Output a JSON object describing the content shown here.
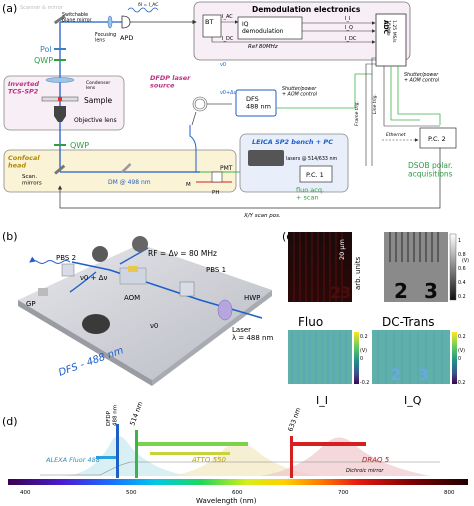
{
  "panel_a": {
    "label": "(a)",
    "blurred_top_label": "Scanner & mirror",
    "signal_eq": "δI = I_AC",
    "switchable_mirror": "Switchable\nplane mirror",
    "focusing_lens": "Focusing\nlens",
    "apd": "APD",
    "demod_title": "Demodulation electronics",
    "bt": "BT",
    "iq_demod": "IQ\ndemodulation",
    "ref_80": "Ref 80MHz",
    "i_ac": "I_AC",
    "i_dc": "I_DC",
    "i_dc_out": "I_DC",
    "i_q_out": "I_Q",
    "i_i_out": "I_I",
    "adc": "ADC",
    "adc_spec": "1.25 MS/s\n16 bits",
    "pol": "Pol",
    "qwp_top": "QWP",
    "condenser": "Condenser\nlens",
    "inverted_label": "Inverted\nTCS-SP2",
    "sample": "Sample",
    "objective": "Objective lens",
    "qwp_bottom": "QWP",
    "confocal_head": "Confocal\nhead",
    "scan_mirrors": "Scan.\nmirrors",
    "dm": "DM @ 498 nm",
    "dfdp_source": "DFDP laser\nsource",
    "nu0": "ν0",
    "nu0_dnu": "ν0+Δν",
    "dfs_box": "DFS\n488 nm",
    "shutter_top": "Shutter/power\n+ AOM control",
    "shutter_right": "Shutter/power\n+ AOM control",
    "leica_bench": "LEICA SP2 bench + PC",
    "lasers": "lasers @ 514/633 nm",
    "pmt": "PMT",
    "m": "M",
    "ph": "PH",
    "pc1": "P.C. 1",
    "pc2": "P.C. 2",
    "fluo_acq": "fluo acq.\n+ scan",
    "frame_trig": "Frame trig.",
    "line_trig": "Line trig.",
    "ethernet": "Ethernet",
    "dsob": "DSOB polar.\nacquisitions",
    "xy_scan": "X/Y scan pos."
  },
  "panel_b": {
    "label": "(b)",
    "pbs2": "PBS 2",
    "pbs1": "PBS 1",
    "rf": "RF = Δν = 80 MHz",
    "aom": "AOM",
    "gp": "GP",
    "hwp": "HWP",
    "laser": "Laser\nλ = 488 nm",
    "nu0_dnu": "ν0 + Δν",
    "nu0": "ν0",
    "dfs": "DFS - 488 nm"
  },
  "panel_c": {
    "label": "(c)",
    "scale_bar": "20 µm",
    "arb_units": "arb. units",
    "top_cbar_ticks": [
      "1",
      "0.8",
      "0.6",
      "0.4",
      "0.2"
    ],
    "top_cbar_unit": "(V)",
    "fluo": "Fluo",
    "dc_trans": "DC-Trans",
    "bottom_cbar_ticks": [
      "0.2",
      "(V)",
      "0",
      "-0.2"
    ],
    "i_i": "I_I",
    "i_q": "I_Q",
    "digits": [
      "2",
      "3"
    ]
  },
  "panel_d": {
    "label": "(d)",
    "dfdp": "DFDP\n488 nm",
    "l514": "514 nm",
    "l633": "633 nm",
    "alexa": "ALEXA Fluor 488",
    "atto": "ATTO 550",
    "draq": "DRAQ 5",
    "dichroic": "Dichroic mirror",
    "axis_ticks": [
      "400",
      "500",
      "600",
      "700",
      "800"
    ],
    "xlabel": "Wavelength (nm)"
  },
  "colors": {
    "laser_blue": "#1f5fc8",
    "green_beam": "#3cb44b",
    "red_laser": "#d62020",
    "panel_pink": "#f7eef6",
    "panel_yellow": "#fbf3d6",
    "panel_blue": "#e8effa"
  }
}
